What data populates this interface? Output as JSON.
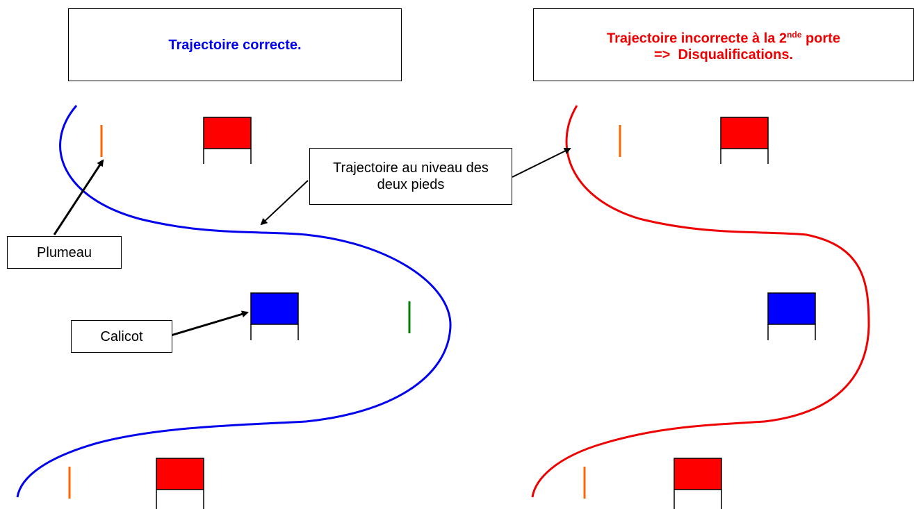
{
  "left_panel": {
    "title": "Trajectoire correcte."
  },
  "right_panel": {
    "title_part1": "Trajectoire incorrecte à la 2",
    "title_sup": "nde",
    "title_part2": " porte",
    "title_line2": "=>  Disqualifications."
  },
  "callouts": {
    "trajectory": "Trajectoire au niveau des deux pieds",
    "plumeau": "Plumeau",
    "calicot": "Calicot"
  },
  "colors": {
    "correct_path": "#0000ee",
    "incorrect_path": "#ee0000",
    "red_flag": "#ff0000",
    "blue_flag": "#0000ff",
    "plumeau_orange": "#ff6600",
    "plumeau_green": "#008000"
  }
}
